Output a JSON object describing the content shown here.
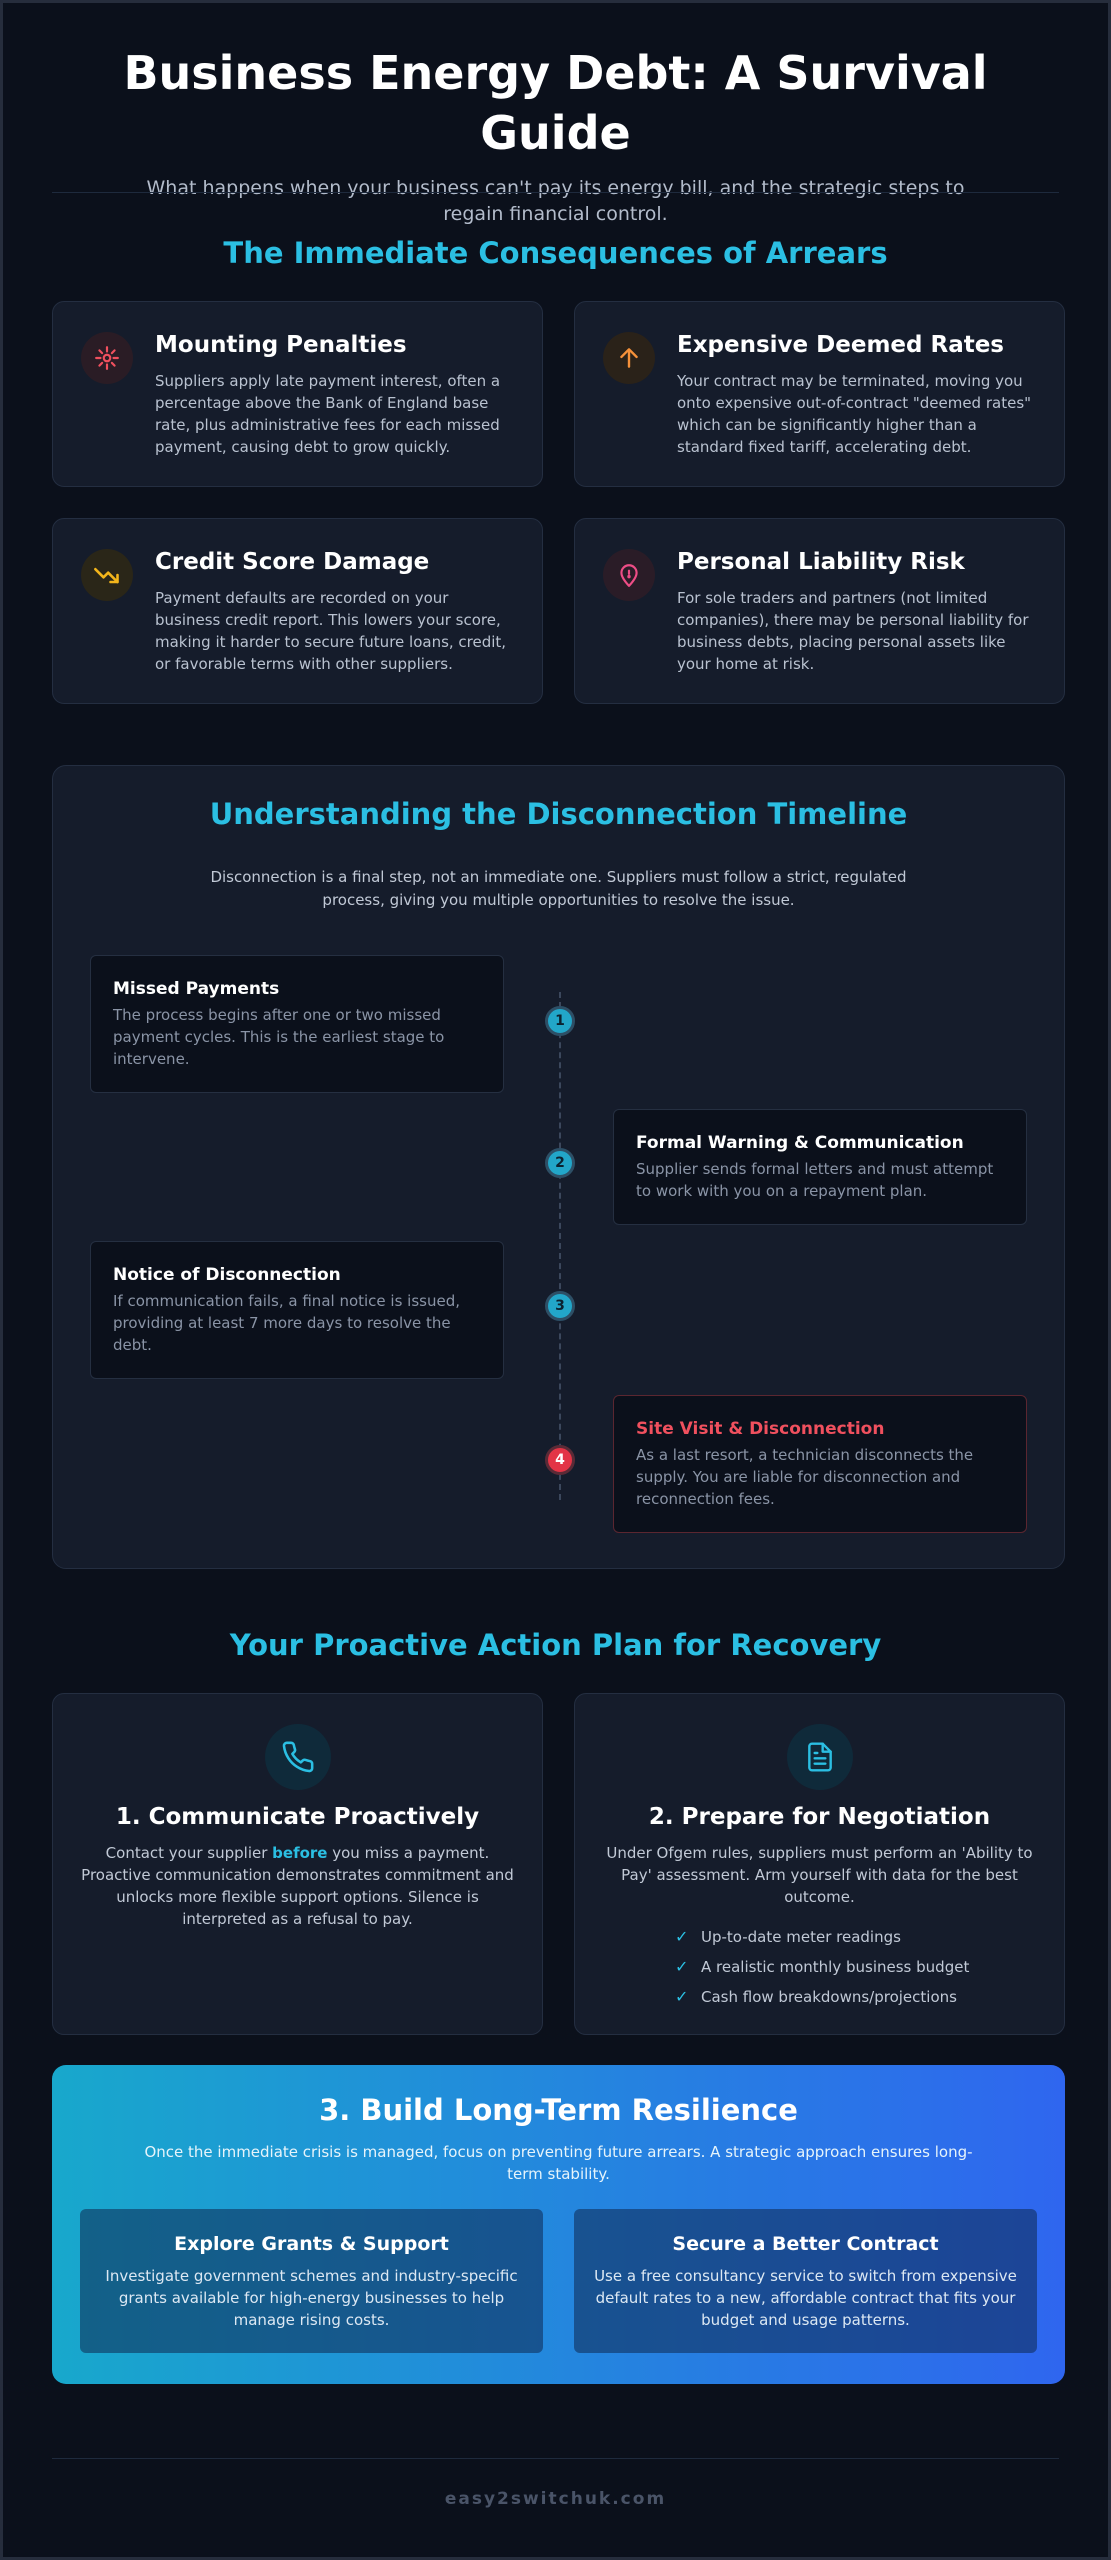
{
  "header": {
    "title": "Business Energy Debt: A Survival Guide",
    "subtitle": "What happens when your business can't pay its energy bill, and the strategic steps to regain financial control."
  },
  "consequences": {
    "heading": "The Immediate Consequences of Arrears",
    "cards": [
      {
        "icon": "gear-icon",
        "title": "Mounting Penalties",
        "text": "Suppliers apply late payment interest, often a percentage above the Bank of England base rate, plus administrative fees for each missed payment, causing debt to grow quickly."
      },
      {
        "icon": "arrow-up-icon",
        "title": "Expensive Deemed Rates",
        "text": "Your contract may be terminated, moving you onto expensive out-of-contract \"deemed rates\" which can be significantly higher than a standard fixed tariff, accelerating debt."
      },
      {
        "icon": "trend-down-icon",
        "title": "Credit Score Damage",
        "text": "Payment defaults are recorded on your business credit report. This lowers your score, making it harder to secure future loans, credit, or favorable terms with other suppliers."
      },
      {
        "icon": "location-pin-icon",
        "title": "Personal Liability Risk",
        "text": "For sole traders and partners (not limited companies), there may be personal liability for business debts, placing personal assets like your home at risk."
      }
    ]
  },
  "timeline": {
    "heading": "Understanding the Disconnection Timeline",
    "intro": "Disconnection is a final step, not an immediate one. Suppliers must follow a strict, regulated process, giving you multiple opportunities to resolve the issue.",
    "steps": [
      {
        "number": "1",
        "title": "Missed Payments",
        "text": "The process begins after one or two missed payment cycles. This is the earliest stage to intervene."
      },
      {
        "number": "2",
        "title": "Formal Warning & Communication",
        "text": "Supplier sends formal letters and must attempt to work with you on a repayment plan."
      },
      {
        "number": "3",
        "title": "Notice of Disconnection",
        "text": "If communication fails, a final notice is issued, providing at least 7 more days to resolve the debt."
      },
      {
        "number": "4",
        "title": "Site Visit & Disconnection",
        "text": "As a last resort, a technician disconnects the supply. You are liable for disconnection and reconnection fees."
      }
    ]
  },
  "action_plan": {
    "heading": "Your Proactive Action Plan for Recovery",
    "communicate": {
      "icon": "phone-icon",
      "title": "1. Communicate Proactively",
      "text_before": "Contact your supplier ",
      "text_bold": "before",
      "text_after": " you miss a payment. Proactive communication demonstrates commitment and unlocks more flexible support options. Silence is interpreted as a refusal to pay."
    },
    "negotiate": {
      "icon": "document-icon",
      "title": "2. Prepare for Negotiation",
      "text": "Under Ofgem rules, suppliers must perform an 'Ability to Pay' assessment. Arm yourself with data for the best outcome.",
      "checklist": [
        "Up-to-date meter readings",
        "A realistic monthly business budget",
        "Cash flow breakdowns/projections"
      ]
    }
  },
  "resilience": {
    "title": "3. Build Long-Term Resilience",
    "text": "Once the immediate crisis is managed, focus on preventing future arrears. A strategic approach ensures long-term stability.",
    "cards": [
      {
        "title": "Explore Grants & Support",
        "text": "Investigate government schemes and industry-specific grants available for high-energy businesses to help manage rising costs."
      },
      {
        "title": "Secure a Better Contract",
        "text": "Use a free consultancy service to switch from expensive default rates to a new, affordable contract that fits your budget and usage patterns."
      }
    ]
  },
  "footer": {
    "text": "easy2switchuk.com"
  },
  "colors": {
    "accent": "#2bbfe3",
    "danger": "#e33446",
    "background": "#0b101b",
    "card": "#151c2b"
  }
}
